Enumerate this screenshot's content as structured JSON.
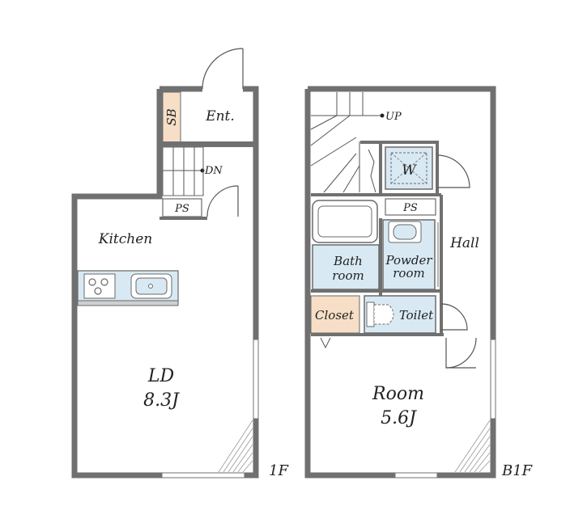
{
  "floors": {
    "first": {
      "floor_label": "1F",
      "rooms": {
        "entrance": "Ent.",
        "shoe_box": "SB",
        "stairs_down": "DN",
        "pipe_space": "PS",
        "kitchen": "Kitchen",
        "living_name": "LD",
        "living_size": "8.3J"
      }
    },
    "basement": {
      "floor_label": "B1F",
      "rooms": {
        "stairs_up": "UP",
        "washer": "W",
        "pipe_space": "PS",
        "hall": "Hall",
        "bath_line1": "Bath",
        "bath_line2": "room",
        "powder_line1": "Powder",
        "powder_line2": "room",
        "closet": "Closet",
        "toilet": "Toilet",
        "room_name": "Room",
        "room_size": "5.6J"
      }
    }
  },
  "colors": {
    "wall": "#707070",
    "water_fixture": "#d8e9f3",
    "storage": "#f6dfc6"
  }
}
